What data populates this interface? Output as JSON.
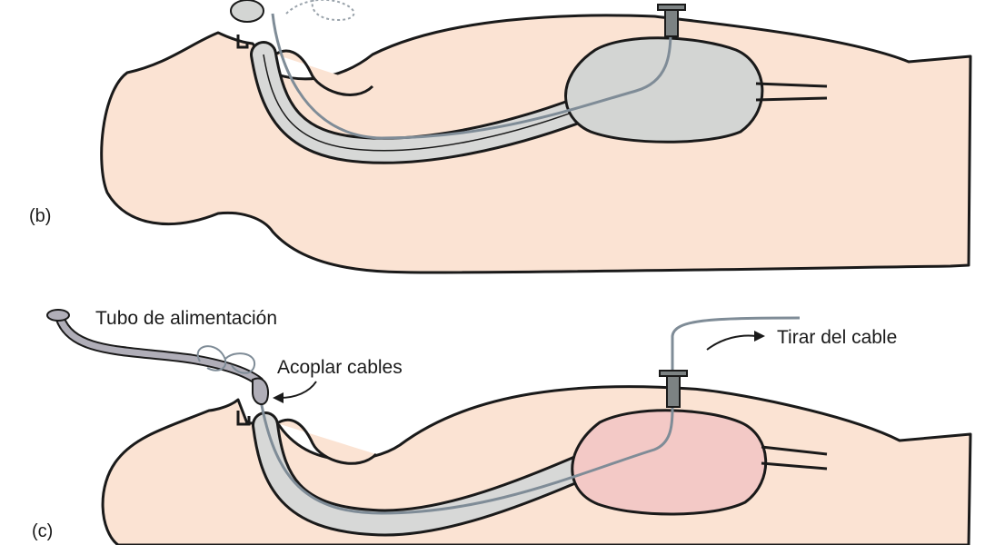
{
  "panels": [
    {
      "id": "b",
      "label": "(b)"
    },
    {
      "id": "c",
      "label": "(c)"
    }
  ],
  "annotations": {
    "feeding_tube": "Tubo de alimentación",
    "couple_cables": "Acoplar cables",
    "pull_cable": "Tirar del cable"
  },
  "colors": {
    "skin": "#fbe3d3",
    "outline": "#1a1a1a",
    "tube": "#d7d8d7",
    "stomach_b": "#d3d5d3",
    "stomach_c": "#f3c9c6",
    "cable": "#7f8c97",
    "fitting": "#7c8283",
    "feeding_tube_fill": "#b0aeb8"
  }
}
